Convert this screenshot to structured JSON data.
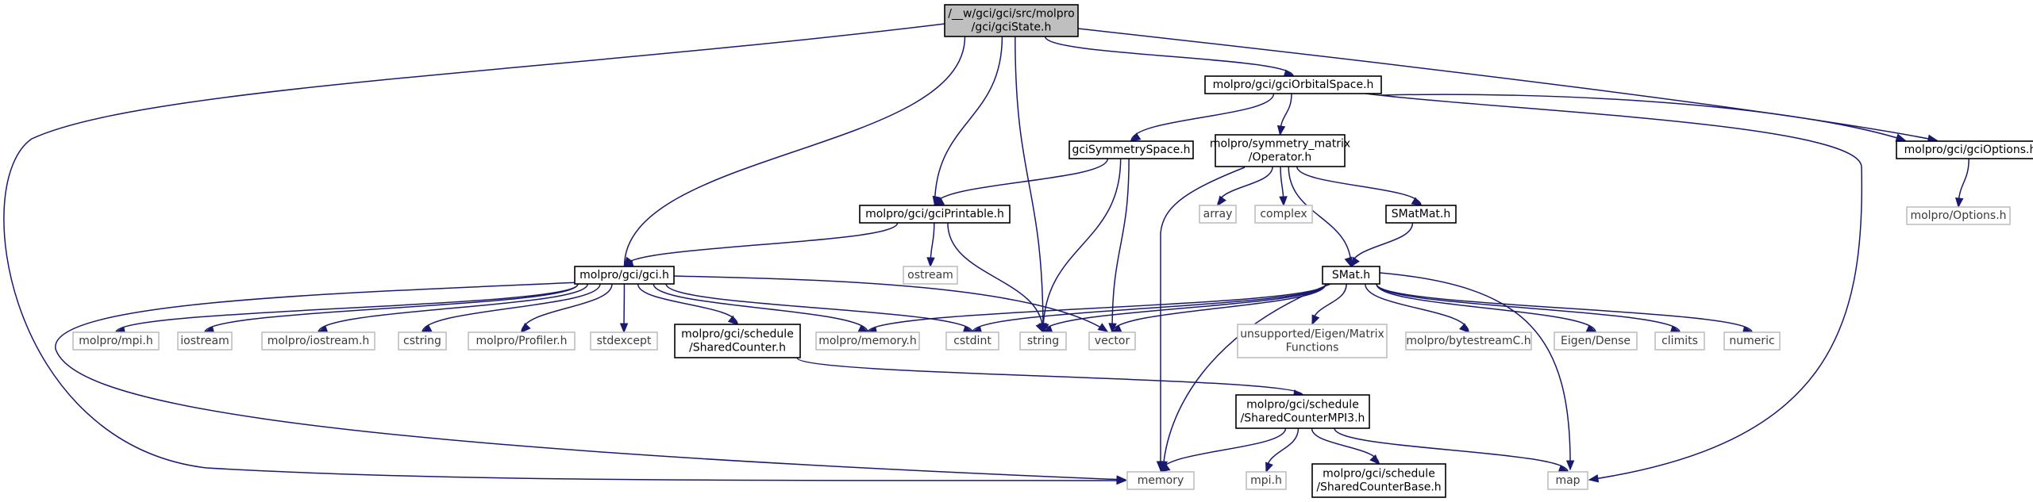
{
  "graph": {
    "colors": {
      "edge": "#191970",
      "root_fill": "#bfbfbf",
      "local_border": "#000000",
      "system_border": "#bfbfbf",
      "background": "#ffffff"
    },
    "nodes": [
      {
        "id": "gcistate",
        "lines": [
          "/__w/gci/gci/src/molpro",
          "/gci/gciState.h"
        ],
        "kind": "root"
      },
      {
        "id": "orbitalspace",
        "lines": [
          "molpro/gci/gciOrbitalSpace.h"
        ],
        "kind": "local"
      },
      {
        "id": "options",
        "lines": [
          "molpro/gci/gciOptions.h"
        ],
        "kind": "local"
      },
      {
        "id": "options-sys",
        "lines": [
          "molpro/Options.h"
        ],
        "kind": "system"
      },
      {
        "id": "symmetryspace",
        "lines": [
          "gciSymmetrySpace.h"
        ],
        "kind": "local"
      },
      {
        "id": "operator",
        "lines": [
          "molpro/symmetry_matrix",
          "/Operator.h"
        ],
        "kind": "local"
      },
      {
        "id": "printable",
        "lines": [
          "molpro/gci/gciPrintable.h"
        ],
        "kind": "local"
      },
      {
        "id": "array",
        "lines": [
          "array"
        ],
        "kind": "system"
      },
      {
        "id": "complex",
        "lines": [
          "complex"
        ],
        "kind": "system"
      },
      {
        "id": "smatmat",
        "lines": [
          "SMatMat.h"
        ],
        "kind": "local"
      },
      {
        "id": "ostream",
        "lines": [
          "ostream"
        ],
        "kind": "system"
      },
      {
        "id": "gci",
        "lines": [
          "molpro/gci/gci.h"
        ],
        "kind": "local"
      },
      {
        "id": "smat",
        "lines": [
          "SMat.h"
        ],
        "kind": "local"
      },
      {
        "id": "mpi",
        "lines": [
          "molpro/mpi.h"
        ],
        "kind": "system"
      },
      {
        "id": "iostream",
        "lines": [
          "iostream"
        ],
        "kind": "system"
      },
      {
        "id": "molpro-iostream",
        "lines": [
          "molpro/iostream.h"
        ],
        "kind": "system"
      },
      {
        "id": "cstring",
        "lines": [
          "cstring"
        ],
        "kind": "system"
      },
      {
        "id": "profiler",
        "lines": [
          "molpro/Profiler.h"
        ],
        "kind": "system"
      },
      {
        "id": "stdexcept",
        "lines": [
          "stdexcept"
        ],
        "kind": "system"
      },
      {
        "id": "sharedcounter",
        "lines": [
          "molpro/gci/schedule",
          "/SharedCounter.h"
        ],
        "kind": "local"
      },
      {
        "id": "molpro-memory",
        "lines": [
          "molpro/memory.h"
        ],
        "kind": "system"
      },
      {
        "id": "cstdint",
        "lines": [
          "cstdint"
        ],
        "kind": "system"
      },
      {
        "id": "string",
        "lines": [
          "string"
        ],
        "kind": "system"
      },
      {
        "id": "vector",
        "lines": [
          "vector"
        ],
        "kind": "system"
      },
      {
        "id": "eigen-matrix",
        "lines": [
          "unsupported/Eigen/Matrix",
          "Functions"
        ],
        "kind": "system"
      },
      {
        "id": "bytestream",
        "lines": [
          "molpro/bytestreamC.h"
        ],
        "kind": "system"
      },
      {
        "id": "eigen-dense",
        "lines": [
          "Eigen/Dense"
        ],
        "kind": "system"
      },
      {
        "id": "climits",
        "lines": [
          "climits"
        ],
        "kind": "system"
      },
      {
        "id": "numeric",
        "lines": [
          "numeric"
        ],
        "kind": "system"
      },
      {
        "id": "sharedcountermpi3",
        "lines": [
          "molpro/gci/schedule",
          "/SharedCounterMPI3.h"
        ],
        "kind": "local"
      },
      {
        "id": "memory",
        "lines": [
          "memory"
        ],
        "kind": "system"
      },
      {
        "id": "mpi-h",
        "lines": [
          "mpi.h"
        ],
        "kind": "system"
      },
      {
        "id": "sharedcounterbase",
        "lines": [
          "molpro/gci/schedule",
          "/SharedCounterBase.h"
        ],
        "kind": "local"
      },
      {
        "id": "map",
        "lines": [
          "map"
        ],
        "kind": "system"
      }
    ],
    "edges": [
      [
        "gcistate",
        "memory"
      ],
      [
        "gcistate",
        "gci"
      ],
      [
        "gcistate",
        "printable"
      ],
      [
        "gcistate",
        "string"
      ],
      [
        "gcistate",
        "orbitalspace"
      ],
      [
        "gcistate",
        "options"
      ],
      [
        "orbitalspace",
        "symmetryspace"
      ],
      [
        "orbitalspace",
        "operator"
      ],
      [
        "orbitalspace",
        "options"
      ],
      [
        "orbitalspace",
        "map"
      ],
      [
        "options",
        "options-sys"
      ],
      [
        "symmetryspace",
        "printable"
      ],
      [
        "symmetryspace",
        "string"
      ],
      [
        "symmetryspace",
        "vector"
      ],
      [
        "operator",
        "memory"
      ],
      [
        "operator",
        "array"
      ],
      [
        "operator",
        "complex"
      ],
      [
        "operator",
        "smatmat"
      ],
      [
        "operator",
        "smat"
      ],
      [
        "printable",
        "gci"
      ],
      [
        "printable",
        "ostream"
      ],
      [
        "printable",
        "string"
      ],
      [
        "smatmat",
        "smat"
      ],
      [
        "gci",
        "mpi"
      ],
      [
        "gci",
        "iostream"
      ],
      [
        "gci",
        "molpro-iostream"
      ],
      [
        "gci",
        "cstring"
      ],
      [
        "gci",
        "profiler"
      ],
      [
        "gci",
        "stdexcept"
      ],
      [
        "gci",
        "sharedcounter"
      ],
      [
        "gci",
        "molpro-memory"
      ],
      [
        "gci",
        "cstdint"
      ],
      [
        "gci",
        "vector"
      ],
      [
        "gci",
        "memory"
      ],
      [
        "smat",
        "molpro-memory"
      ],
      [
        "smat",
        "cstdint"
      ],
      [
        "smat",
        "string"
      ],
      [
        "smat",
        "vector"
      ],
      [
        "smat",
        "memory"
      ],
      [
        "smat",
        "eigen-matrix"
      ],
      [
        "smat",
        "bytestream"
      ],
      [
        "smat",
        "eigen-dense"
      ],
      [
        "smat",
        "climits"
      ],
      [
        "smat",
        "numeric"
      ],
      [
        "smat",
        "map"
      ],
      [
        "sharedcounter",
        "sharedcountermpi3"
      ],
      [
        "sharedcountermpi3",
        "memory"
      ],
      [
        "sharedcountermpi3",
        "mpi-h"
      ],
      [
        "sharedcountermpi3",
        "sharedcounterbase"
      ],
      [
        "sharedcountermpi3",
        "map"
      ]
    ]
  }
}
